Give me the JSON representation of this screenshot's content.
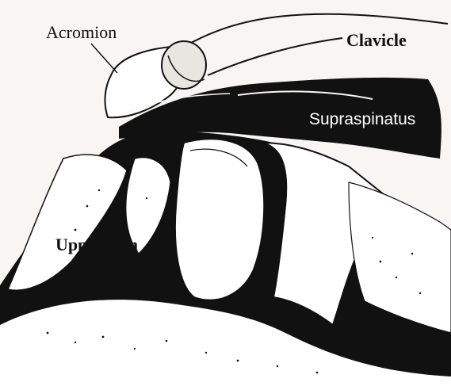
{
  "labels": {
    "acromion": "Acromion",
    "clavicle": "Clavicle",
    "supraspinatus": "Supraspinatus",
    "upper_arm": "Upper arm"
  },
  "colors": {
    "ink": "#111111",
    "paper": "#f7f6f3"
  }
}
